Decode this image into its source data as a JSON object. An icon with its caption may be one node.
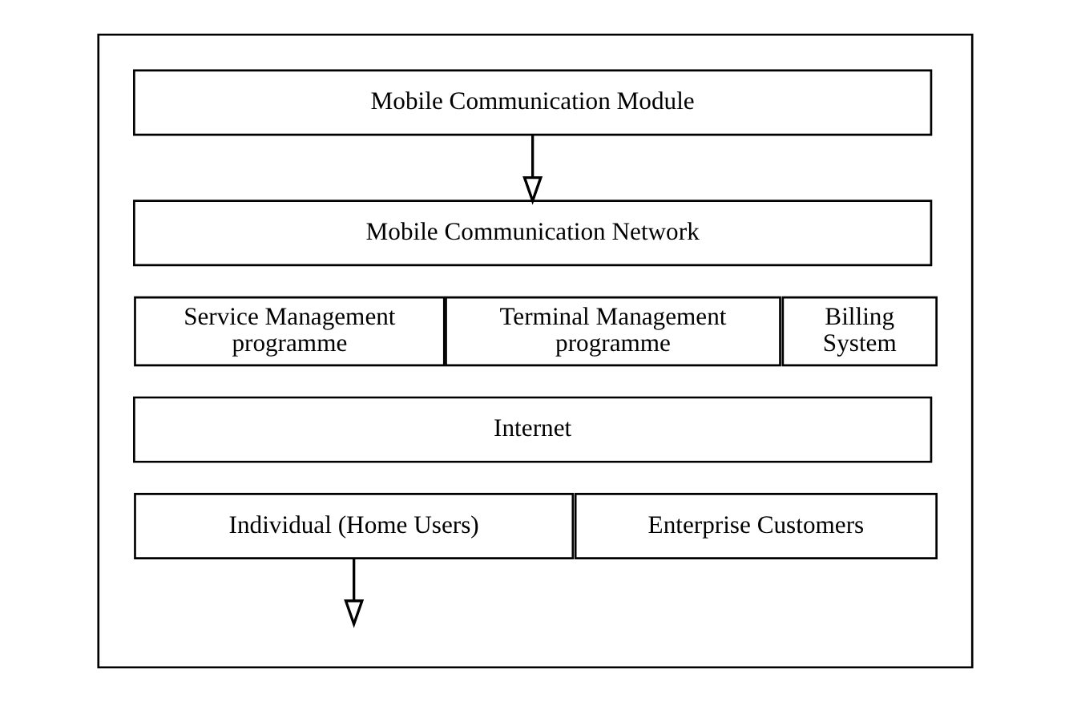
{
  "diagram": {
    "nodes": [
      {
        "text": [],
        "shape": "box"
      },
      {
        "text": [
          "Mobile Communication Module"
        ],
        "in": 0
      },
      {
        "text": [
          "Mobile Communication Network"
        ],
        "in": 0
      },
      {
        "text": [
          "Service Management programme"
        ],
        "in": 0
      },
      {
        "text": [
          "Terminal Management programme"
        ],
        "in": 0
      },
      {
        "text": [
          "Billing System"
        ],
        "in": 0
      },
      {
        "text": [
          "Internet"
        ],
        "in": 0
      },
      {
        "text": [
          "Individual (Home Users)"
        ],
        "in": 0
      },
      {
        "text": [
          "Enterprise Customers"
        ],
        "in": 0
      }
    ],
    "edges": [
      {
        "from": 1,
        "to": 2,
        "arrow": "to"
      },
      {
        "from": 7,
        "to": null,
        "arrow": "to"
      }
    ]
  }
}
